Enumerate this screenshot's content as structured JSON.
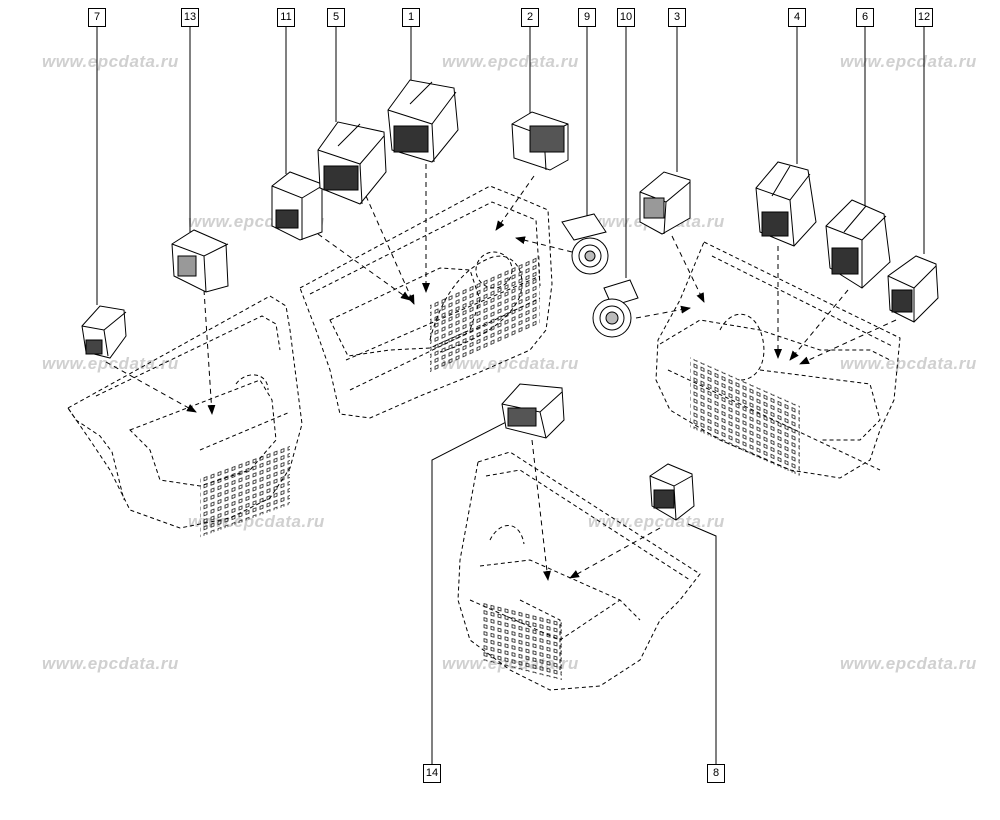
{
  "watermark": "www.epcdata.ru",
  "callouts": [
    "7",
    "13",
    "11",
    "5",
    "1",
    "2",
    "9",
    "10",
    "3",
    "4",
    "6",
    "12",
    "14",
    "8"
  ],
  "colors": {
    "line": "#000000",
    "watermark": "#d0d0d0",
    "background": "#ffffff"
  }
}
